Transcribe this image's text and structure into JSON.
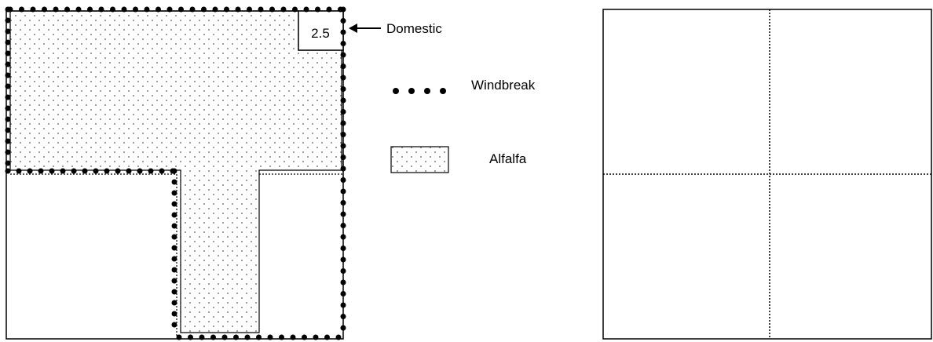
{
  "left_map": {
    "domestic_box_value": "2.5",
    "domestic_label": "Domestic"
  },
  "legend": {
    "windbreak_label": "Windbreak",
    "alfalfa_label": "Alfalfa"
  },
  "right_map": {
    "divisions": "four quadrants separated by dotted lines"
  },
  "colors": {
    "line": "#000000",
    "background": "#ffffff",
    "stipple": "#555555"
  }
}
